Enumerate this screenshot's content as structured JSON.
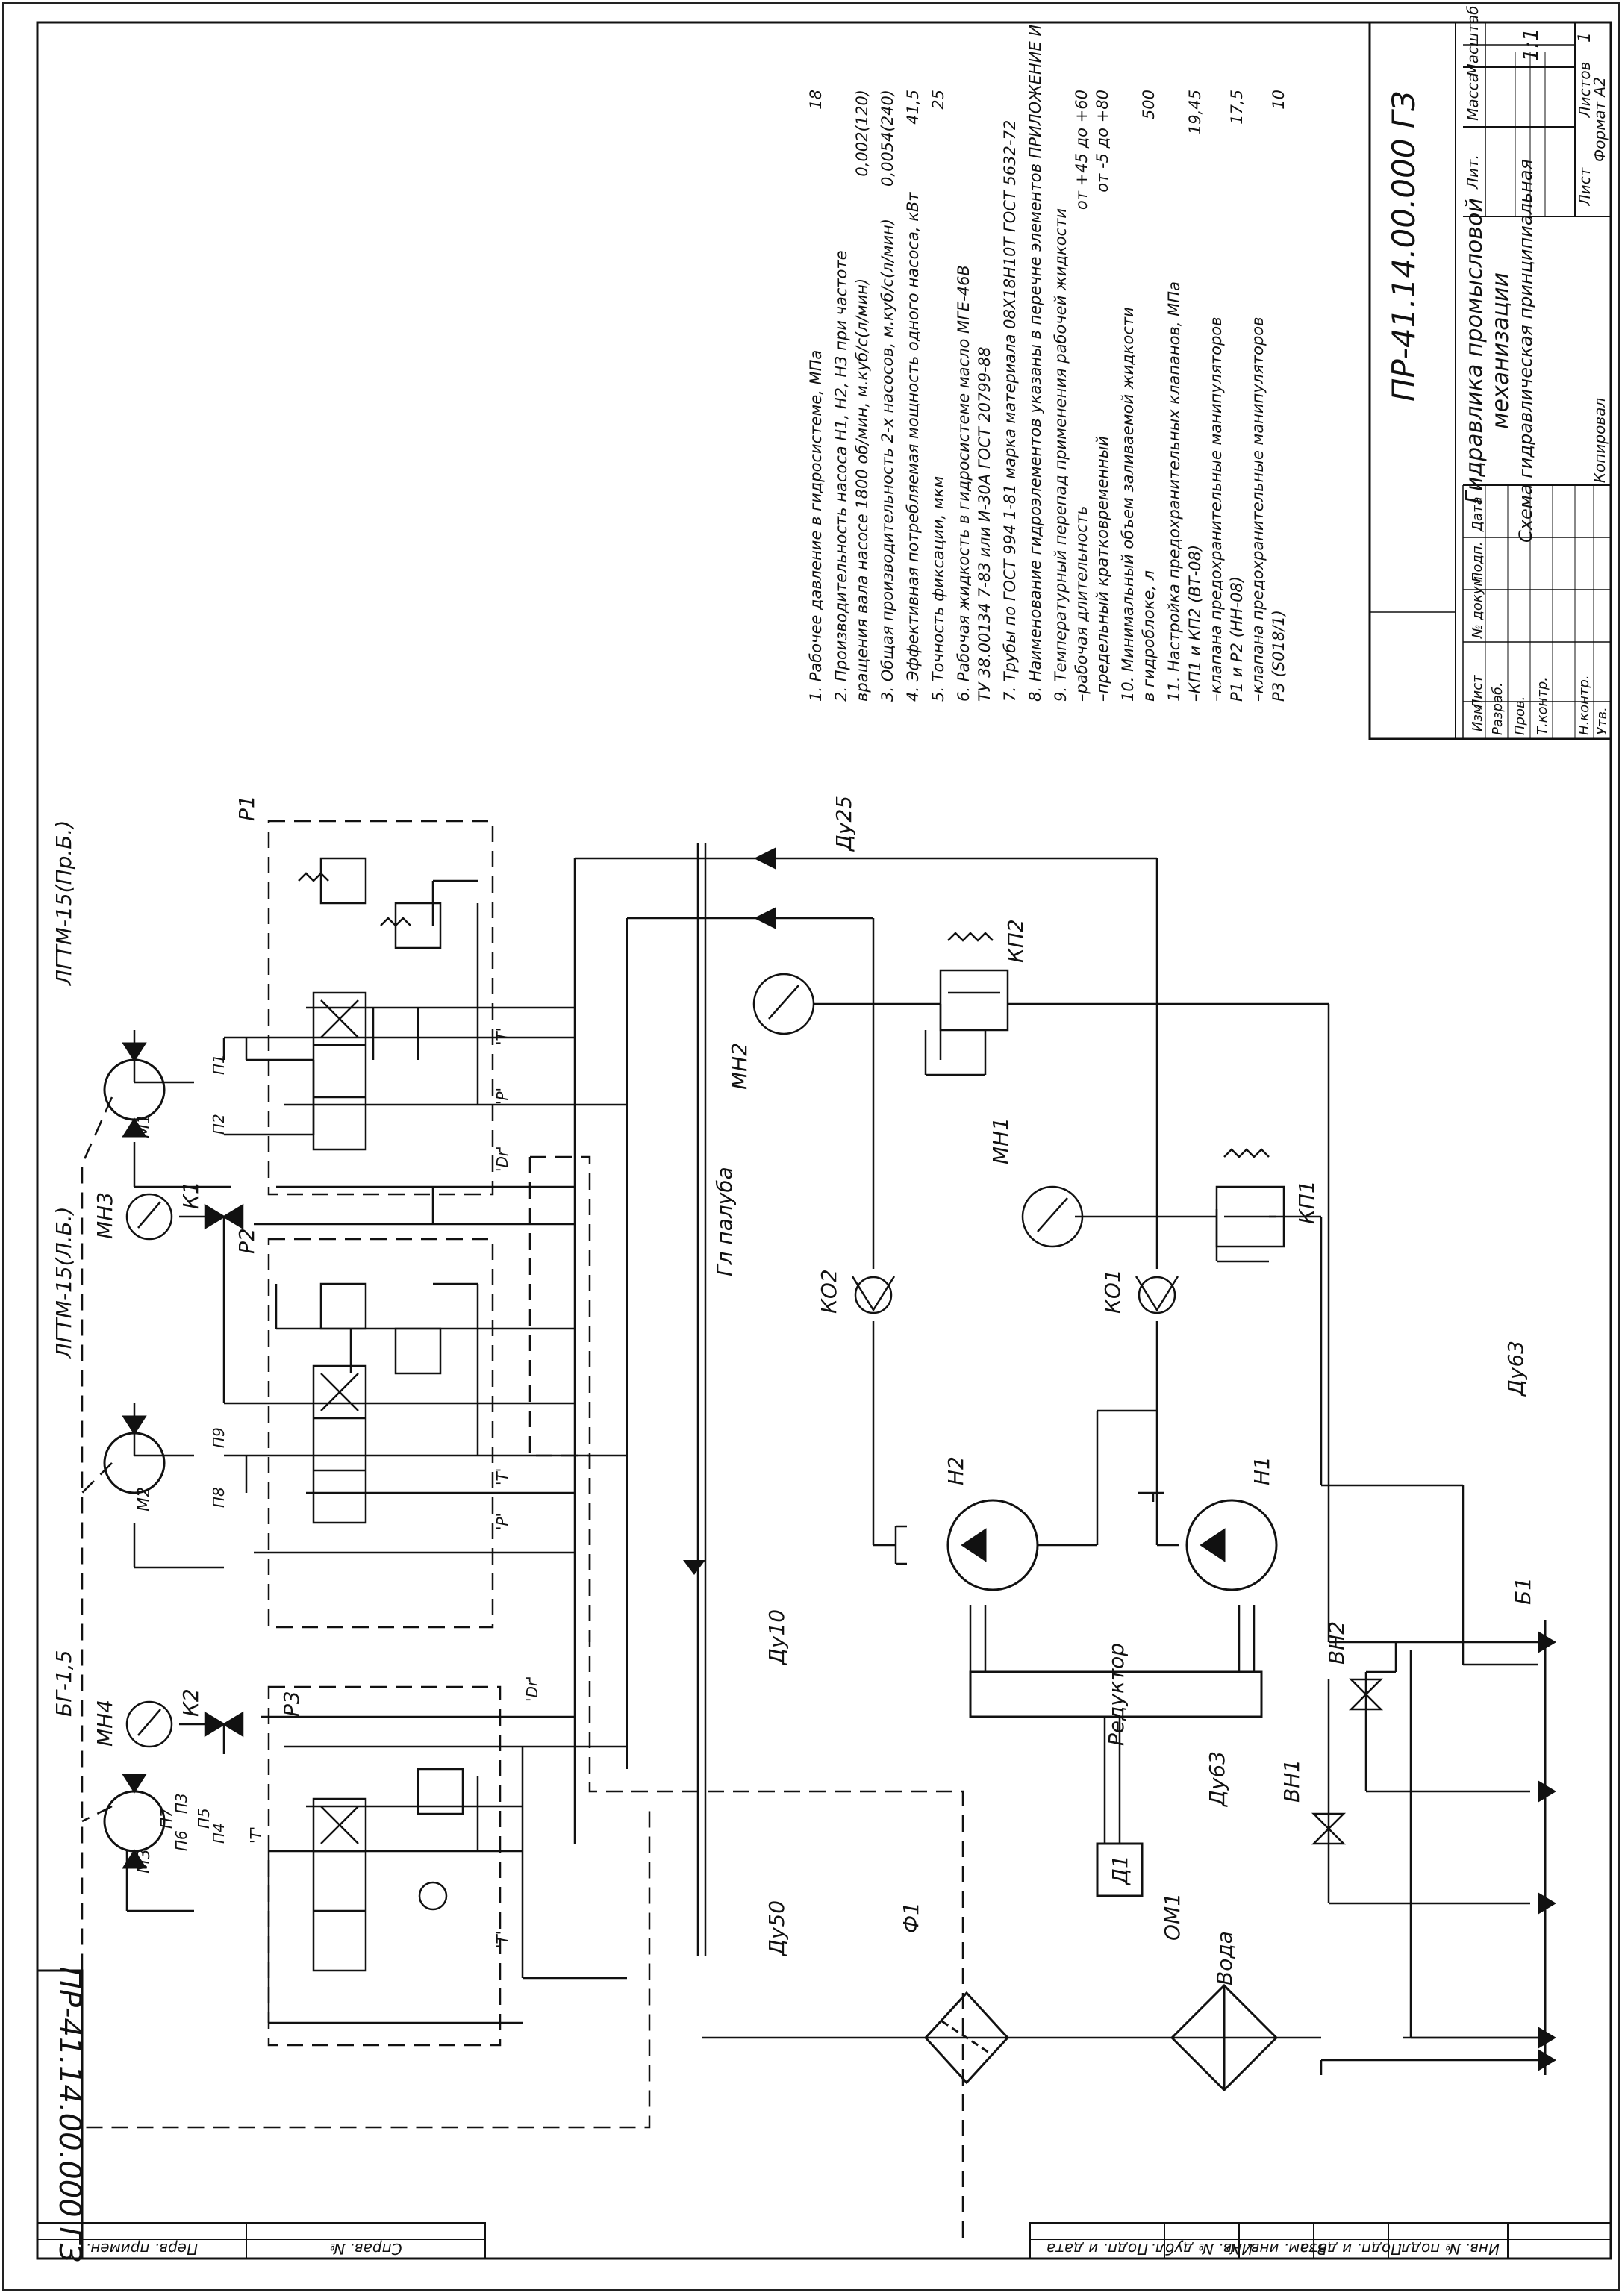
{
  "drawing_number": "ПР-41.14.00.000 ГЗ",
  "drawing_number_stub": "ПР-41.14.00.000 ГЗ",
  "title_block": {
    "title_1": "Гидравлика промысловой",
    "title_2": "механизации",
    "title_3": "Схема гидравлическая принципиальная",
    "hdr_lit": "Лит.",
    "hdr_mass": "Масса",
    "hdr_scale": "Масштаб",
    "scale": "1:1",
    "hdr_sheet": "Лист",
    "hdr_sheets": "Листов",
    "sheets": "1",
    "row_izm": "Изм",
    "row_list": "Лист",
    "row_doc": "№ докум.",
    "row_sign": "Подп.",
    "row_date": "Дата",
    "row_razrab": "Разраб.",
    "row_prov": "Пров.",
    "row_tkontr": "Т.контр.",
    "row_nkontr": "Н.контр.",
    "row_utv": "Утв.",
    "copied": "Копировал",
    "format": "Формат  А2"
  },
  "left_stamps": {
    "perv_primen": "Перв. примен.",
    "sprav_no": "Справ. №",
    "podp_data_1": "Подп. и дата",
    "inv_dubl": "Инв. № дубл.",
    "vzam_inv": "Взам. инв. №",
    "podp_data_2": "Подп. и дата",
    "inv_podl": "Инв. № подл."
  },
  "notes": [
    {
      "text": "1.  Рабочее давление в гидросистеме, МПа",
      "value": "18"
    },
    {
      "text": "2.  Производительность насоса Н1, Н2, Н3 при частоте",
      "value": ""
    },
    {
      "text": "вращения вала насосе  1800 об/мин, м.куб/с(л/мин)",
      "value": "0,002(120)"
    },
    {
      "text": "3.  Общая производительность 2-х насосов, м.куб/с(л/мин)",
      "value": "0,0054(240)"
    },
    {
      "text": "4.  Эффективная потребляемая мощность одного насоса, кВт",
      "value": "41,5"
    },
    {
      "text": "5.  Точность фиксации, мкм",
      "value": "25"
    },
    {
      "text": "6.  Рабочая жидкость в гидросистеме масло МГЕ-46В",
      "value": ""
    },
    {
      "text": "ТУ 38.00134 7-83 или И-30А ГОСТ 20799-88",
      "value": ""
    },
    {
      "text": "7.  Трубы по ГОСТ 994 1-81 марка материала 08Х18Н10Т ГОСТ 5632-72",
      "value": ""
    },
    {
      "text": "8.  Наименование гидроэлементов указаны в перечне элементов ПРИЛОЖЕНИЕ И",
      "value": ""
    },
    {
      "text": "9.  Температурный перепад применения рабочей жидкости",
      "value": ""
    },
    {
      "text": "–рабочая длительность",
      "value": "от +45 до +60"
    },
    {
      "text": "–предельный кратковременный",
      "value": "от -5 до +80"
    },
    {
      "text": "10.  Минимальный объем заливаемой жидкости",
      "value": ""
    },
    {
      "text": "в гидроблоке, л",
      "value": "500"
    },
    {
      "text": "11.  Настройка предохранительных клапанов, МПа",
      "value": ""
    },
    {
      "text": "–КП1 и КП2 (ВТ-08)",
      "value": "19,45"
    },
    {
      "text": "–клапана предохранительные манипуляторов",
      "value": ""
    },
    {
      "text": "Р1 и Р2 (НН-08)",
      "value": "17,5"
    },
    {
      "text": "–клапана предохранительные манипуляторов",
      "value": ""
    },
    {
      "text": "Р3 (S018/1)",
      "value": "10"
    }
  ],
  "labels": {
    "motor1": "ЛГТМ-15(Пр.Б.)",
    "motor2": "ЛГТМ-15(Л.Б.)",
    "motor3": "БГ-1,5",
    "m1": "М1",
    "m2": "М2",
    "m3": "М3",
    "p1": "Р1",
    "p2": "Р2",
    "p3": "Р3",
    "mn1": "МН1",
    "mn2": "МН2",
    "mn3": "МН3",
    "mn4": "МН4",
    "k1": "К1",
    "k2": "К2",
    "kp1": "КП1",
    "kp2": "КП2",
    "ko1": "КО1",
    "ko2": "КО2",
    "h1": "Н1",
    "h2": "Н2",
    "reducer": "Редуктор",
    "d1": "Д1",
    "f1": "Ф1",
    "om1": "ОМ1",
    "water": "Вода",
    "vn1": "ВН1",
    "vn2": "ВН2",
    "b1": "Б1",
    "deck": "Гл палуба",
    "du25": "Ду25",
    "du63a": "Ду63",
    "du63b": "Ду63",
    "du10": "Ду10",
    "du50": "Ду50",
    "pt1": "П1",
    "pt2": "П2",
    "pt3": "П3",
    "pt4": "П4",
    "pt5": "П5",
    "pt6": "П6",
    "pt7": "П7",
    "pt8": "П8",
    "pt9": "П9",
    "port_p1": "'Р'",
    "port_t1": "'Т'",
    "port_dr1": "'Dr'",
    "port_p2": "'Р'",
    "port_t2": "'Т'",
    "port_dr3": "'Dr'",
    "port_t3": "'Т'",
    "port_t3b": "'Т'"
  }
}
